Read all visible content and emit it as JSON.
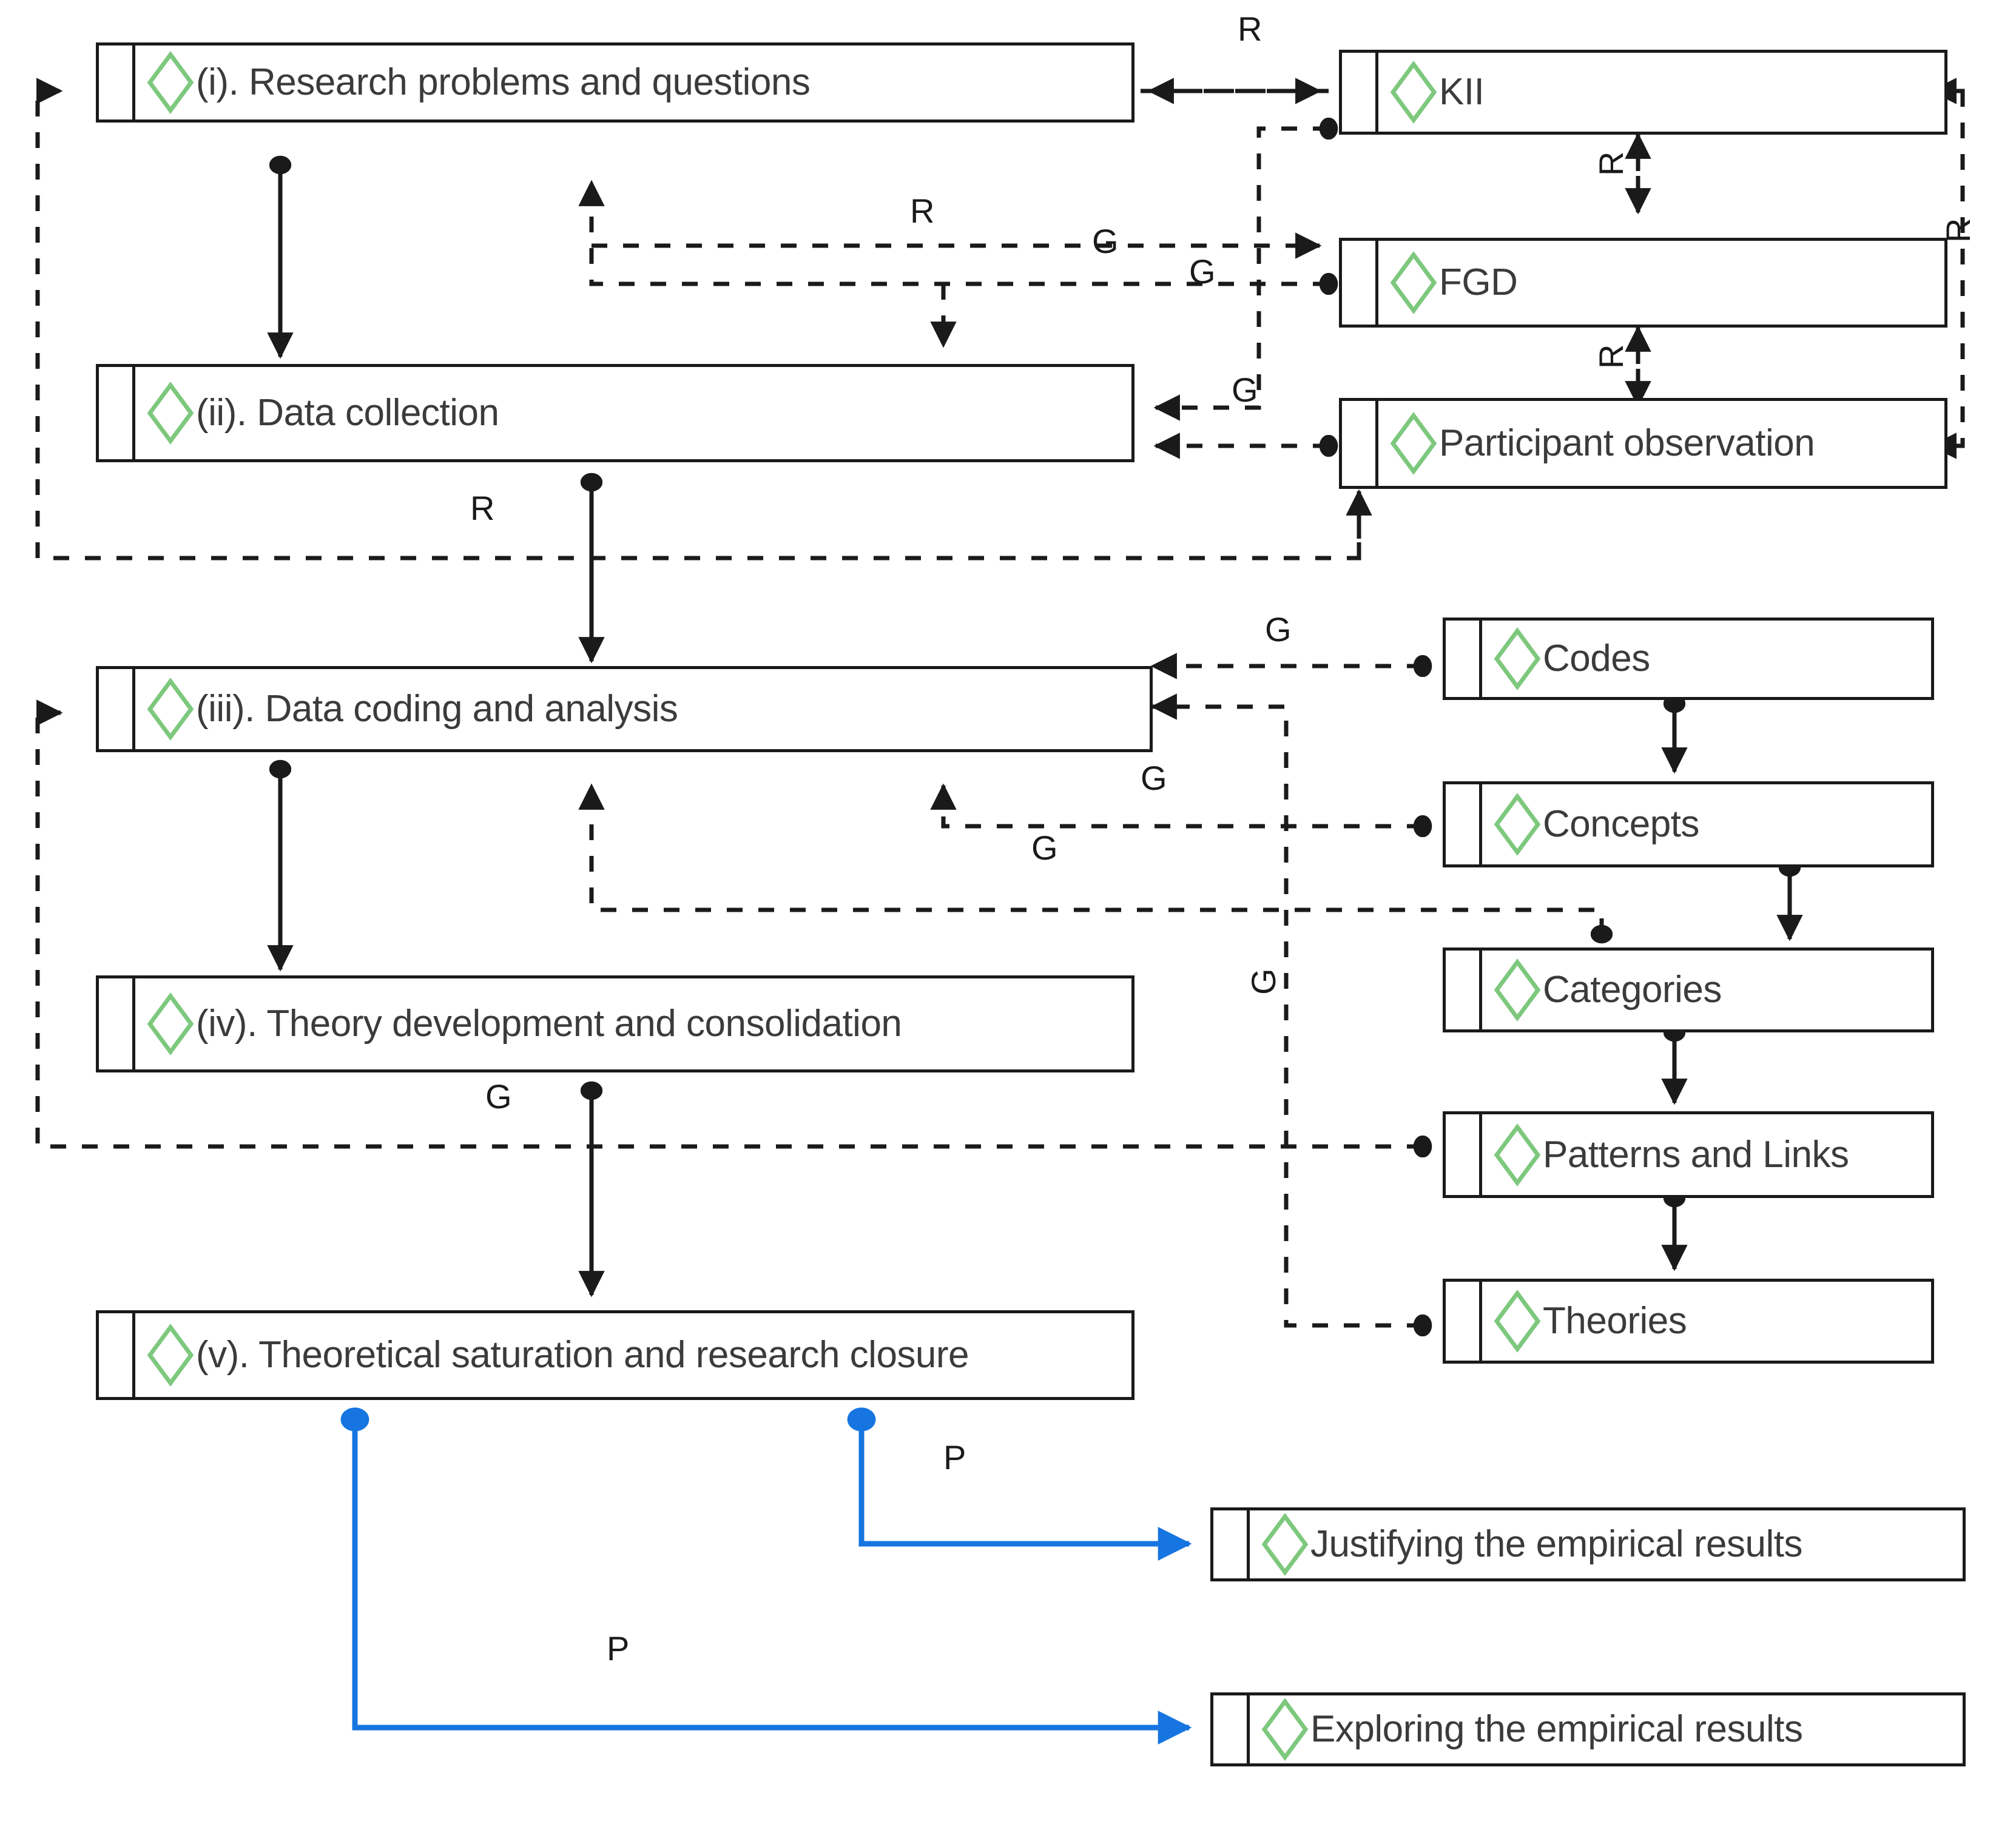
{
  "diagram": {
    "title": "Grounded theory research process",
    "accent_green": "#7DC87D",
    "line_black": "#1A1A1A",
    "line_blue": "#1675E0",
    "background": "#FFFFFF"
  },
  "nodes": [
    {
      "id": "n1",
      "label": "(i). Research problems and questions",
      "icon": "diamond-icon"
    },
    {
      "id": "n2",
      "label": "(ii). Data collection",
      "icon": "diamond-icon"
    },
    {
      "id": "n3",
      "label": "(iii). Data coding and analysis",
      "icon": "diamond-icon"
    },
    {
      "id": "n4",
      "label": "(iv). Theory development and consolidation",
      "icon": "diamond-icon"
    },
    {
      "id": "n5",
      "label": "(v). Theoretical saturation and research closure",
      "icon": "diamond-icon"
    },
    {
      "id": "kii",
      "label": "KII",
      "icon": "diamond-icon"
    },
    {
      "id": "fgd",
      "label": "FGD",
      "icon": "diamond-icon"
    },
    {
      "id": "po",
      "label": "Participant observation",
      "icon": "diamond-icon"
    },
    {
      "id": "cod",
      "label": "Codes",
      "icon": "diamond-icon"
    },
    {
      "id": "con",
      "label": "Concepts",
      "icon": "diamond-icon"
    },
    {
      "id": "cat",
      "label": "Categories",
      "icon": "diamond-icon"
    },
    {
      "id": "pat",
      "label": "Patterns and Links",
      "icon": "diamond-icon"
    },
    {
      "id": "the",
      "label": "Theories",
      "icon": "diamond-icon"
    },
    {
      "id": "jus",
      "label": "Justifying the empirical results",
      "icon": "diamond-icon"
    },
    {
      "id": "exp",
      "label": "Exploring the empirical results",
      "icon": "diamond-icon"
    }
  ],
  "edge_labels": [
    {
      "id": "L1",
      "text": "R"
    },
    {
      "id": "L2",
      "text": "R"
    },
    {
      "id": "L3",
      "text": "R"
    },
    {
      "id": "L4",
      "text": "R"
    },
    {
      "id": "L5",
      "text": "R"
    },
    {
      "id": "L6",
      "text": "R"
    },
    {
      "id": "L7",
      "text": "G"
    },
    {
      "id": "L8",
      "text": "G"
    },
    {
      "id": "L9",
      "text": "G"
    },
    {
      "id": "L10",
      "text": "G"
    },
    {
      "id": "L11",
      "text": "G"
    },
    {
      "id": "L12",
      "text": "G"
    },
    {
      "id": "L13",
      "text": "G"
    },
    {
      "id": "L14",
      "text": "G"
    },
    {
      "id": "L15",
      "text": "P"
    },
    {
      "id": "L16",
      "text": "P"
    }
  ]
}
